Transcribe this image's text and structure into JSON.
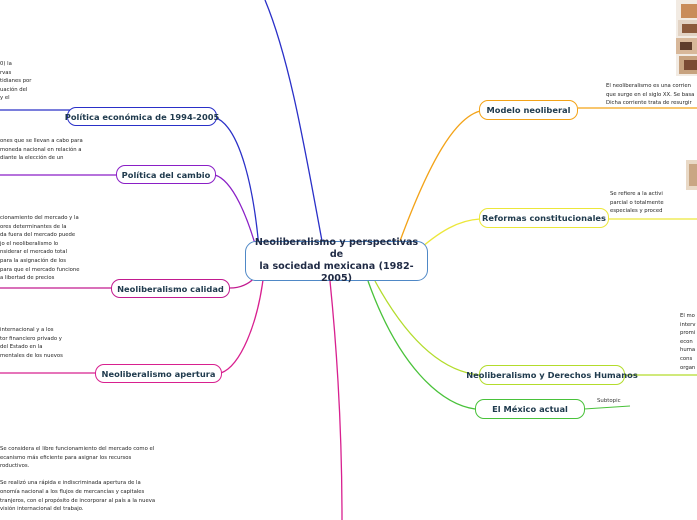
{
  "center": {
    "title_line1": "Neoliberalismo y perspectivas de",
    "title_line2": "la sociedad mexicana (1982-2005)"
  },
  "left_topics": [
    {
      "label": "Política económica de 1994-2005",
      "color": "#2a30c8"
    },
    {
      "label": "Política del cambio",
      "color": "#8a1fc6"
    },
    {
      "label": "Neoliberalismo calidad",
      "color": "#c21a8f"
    },
    {
      "label": "Neoliberalismo apertura",
      "color": "#d8208f"
    }
  ],
  "right_topics": [
    {
      "label": "Modelo neoliberal",
      "color": "#f3a318"
    },
    {
      "label": "Reformas constitucionales",
      "color": "#ece73a"
    },
    {
      "label": "Neoliberalismo y Derechos Humanos",
      "color": "#b3dc2c"
    },
    {
      "label": "El México actual",
      "color": "#49c23a"
    }
  ],
  "subtopic": "Subtopic",
  "notes": {
    "politica_economica": "0) la\nrvas\ntidianes por\nuación del\ny el",
    "politica_cambio": "ones que se llevan a cabo para\nmoneda nacional en relación a\ndiante la elección de un",
    "neoliberalismo_calidad": "cionamiento del mercado y la\nores determinantes de la\nda fuera del mercado puede\njo el neoliberalismo lo\nnsiderar el mercado total\npara la asignación de los\npara que el mercado funcione\na libertad de precios",
    "neoliberalismo_apertura": "internacional y a los\ntor financiero privado y\ndel Estado en la\nmentales de los nuevos",
    "bottom_left": "Se considera el libre funcionamiento del mercado como el\necanismo más eficiente para asignar los recursos\nroductivos.\n\nSe realizó una rápida e indiscriminada apertura de la\nonomía nacional a los flujos de mercancías y capitales\ntranjeros, con el propósito de incorporar al país a la nueva\nvisión internacional del trabajo.",
    "modelo_neoliberal": "El neoliberalismo es una corrien\nque surge en el siglo XX. Se basa\nDicha corriente trata de resurgir",
    "reformas": "Se refiere a la activi\nparcial o totalmente\nespeciales y proced",
    "derechos_humanos": "El mo\ninterv\npromi\necon\nhuma\ncons\norgan"
  }
}
